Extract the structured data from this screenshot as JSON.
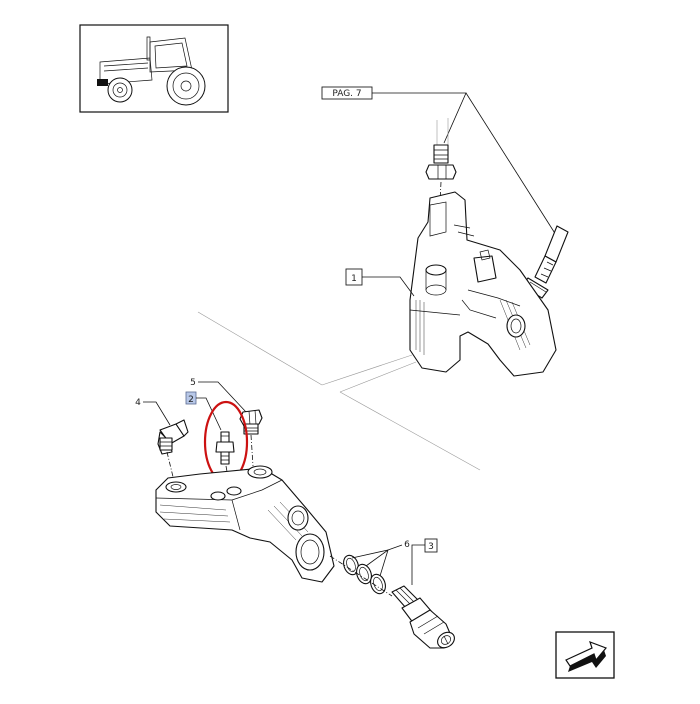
{
  "diagram": {
    "page_ref": "PAG. 7",
    "callouts": {
      "c1": "1",
      "c2": "2",
      "c3": "3",
      "c4": "4",
      "c5": "5",
      "c6": "6"
    },
    "highlight_color": "#cc1111",
    "selected_callout_color": "#b8c8e8",
    "icons": {
      "thumbnail": "tractor-thumbnail-icon",
      "navigation": "next-page-arrow-icon"
    }
  }
}
